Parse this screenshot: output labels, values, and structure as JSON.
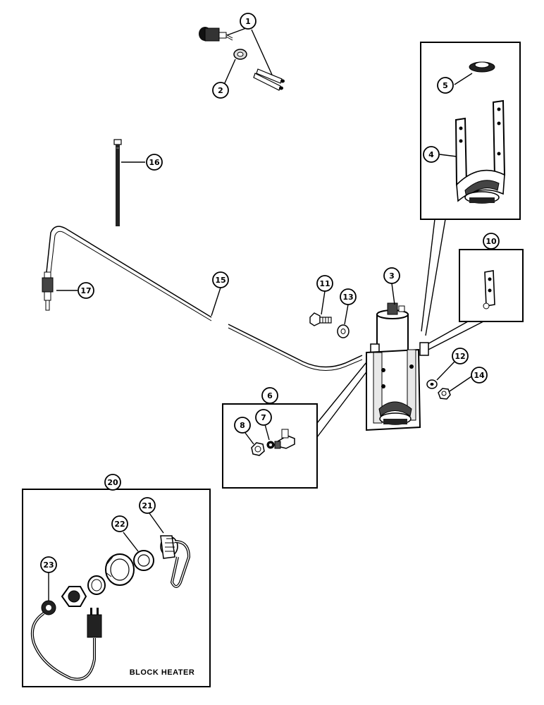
{
  "callouts": {
    "c1": "1",
    "c2": "2",
    "c3": "3",
    "c4": "4",
    "c5": "5",
    "c6": "6",
    "c7": "7",
    "c8": "8",
    "c10": "10",
    "c11": "11",
    "c12": "12",
    "c13": "13",
    "c14": "14",
    "c15": "15",
    "c16": "16",
    "c17": "17",
    "c20": "20",
    "c21": "21",
    "c22": "22",
    "c23": "23"
  },
  "inset_block_heater": {
    "caption": "BLOCK HEATER"
  }
}
